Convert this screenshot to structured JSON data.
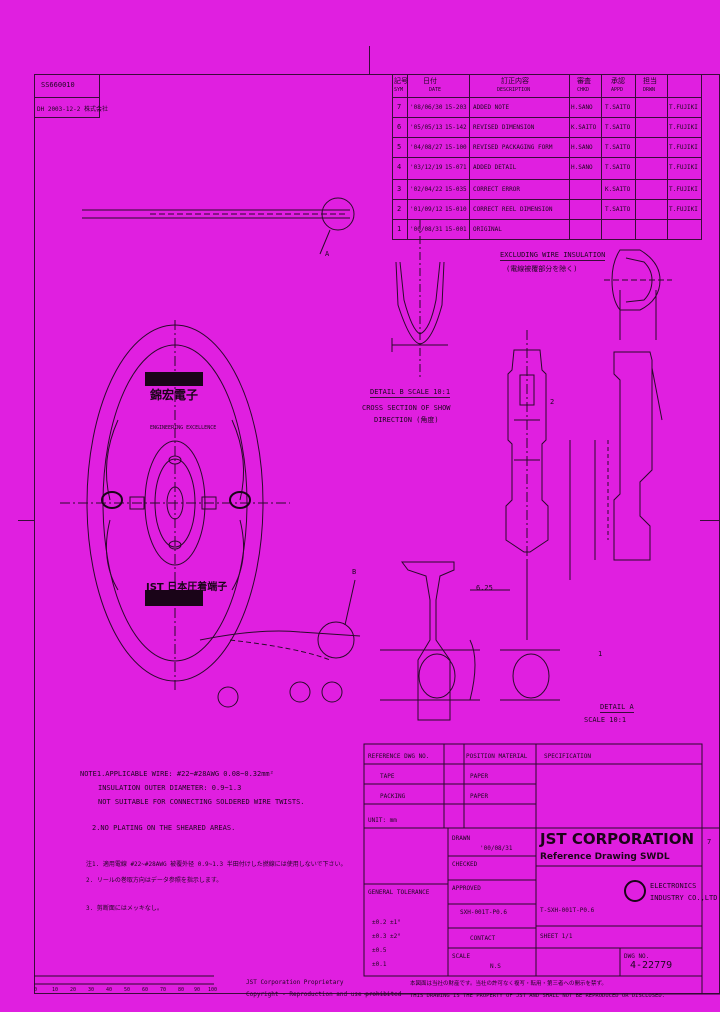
{
  "stamp": {
    "line1": "SS660010",
    "line2": "DH 2003-12-2 株式会社"
  },
  "revisions": {
    "header": [
      "記号",
      "日付",
      "訂正内容",
      "審査",
      "承認",
      "担当"
    ],
    "header_sub": [
      "SYM",
      "DATE",
      "DESCRIPTION",
      "CHKD",
      "APPD",
      "DRWN"
    ],
    "rows": [
      {
        "sym": "7",
        "date": "'08/06/30",
        "ref": "15-203",
        "desc": "ADDED NOTE",
        "chk": "H.SANO",
        "app": "T.SAITO",
        "drw": "T.FUJIKI"
      },
      {
        "sym": "6",
        "date": "'05/05/13",
        "ref": "15-142",
        "desc": "REVISED DIMENSION",
        "chk": "K.SAITO",
        "app": "T.SAITO",
        "drw": "T.FUJIKI"
      },
      {
        "sym": "5",
        "date": "'04/08/27",
        "ref": "15-100",
        "desc": "REVISED PACKAGING FORM",
        "chk": "H.SANO",
        "app": "T.SAITO",
        "drw": "T.FUJIKI"
      },
      {
        "sym": "4",
        "date": "'03/12/19",
        "ref": "15-071",
        "desc": "ADDED DETAIL",
        "chk": "H.SANO",
        "app": "T.SAITO",
        "drw": "T.FUJIKI"
      },
      {
        "sym": "3",
        "date": "'02/04/22",
        "ref": "15-035",
        "desc": "CORRECT ERROR",
        "chk": "",
        "app": "K.SAITO",
        "drw": "T.FUJIKI"
      },
      {
        "sym": "2",
        "date": "'01/09/12",
        "ref": "15-010",
        "desc": "CORRECT REEL DIMENSION",
        "chk": "",
        "app": "T.SAITO",
        "drw": "T.FUJIKI"
      },
      {
        "sym": "1",
        "date": "'00/08/31",
        "ref": "15-001",
        "desc": "ORIGINAL",
        "chk": "",
        "app": "",
        "drw": ""
      }
    ]
  },
  "labels": {
    "wire_insulation": "EXCLUDING WIRE INSULATION",
    "wire_insulation_jp": "(電線被覆部分を除く)",
    "detail_b": "DETAIL B  SCALE 10:1",
    "detail_b_sub": "CROSS SECTION OF SHOW",
    "detail_b_sub2": "DIRECTION (角度)",
    "detail_a": "DETAIL A",
    "detail_a_scale": "SCALE 10:1",
    "marker_a": "A",
    "marker_b": "B",
    "dim_625": "6.25",
    "dim_1": "1",
    "dim_2": "2"
  },
  "reel": {
    "brand_top": "錦宏電子",
    "brand_top_sub": "ENGINEERING EXCELLENCE",
    "brand_bottom": "JST 日本圧着端子"
  },
  "notes": {
    "n1_a": "NOTE1.APPLICABLE WIRE: #22~#28AWG  0.08~0.32mm²",
    "n1_b": "INSULATION OUTER DIAMETER: 0.9~1.3",
    "n1_c": "NOT SUITABLE FOR CONNECTING SOLDERED WIRE TWISTS.",
    "n2": "2.NO PLATING ON THE SHEARED AREAS.",
    "jp1": "注1. 適用電線 #22~#28AWG 被覆外径 0.9~1.3 半田付けした撚線には使用しないで下さい。",
    "jp2": "  2. リールの巻取方向はデータ参照を指示します。",
    "jp3": "  3. 剪断面にはメッキなし。"
  },
  "title_block": {
    "h_reference": "REFERENCE DWG NO.",
    "h_position": "POSITION MATERIAL",
    "h_specification": "SPECIFICATION",
    "row1_a": "TAPE",
    "row1_b": "PAPER",
    "row2_a": "PACKING",
    "row2_b": "PAPER",
    "company_big": "JST CORPORATION",
    "company_name": "Reference Drawing SWDL",
    "company_sub": "ELECTRONICS",
    "company_sub2": "INDUSTRY CO.,LTD",
    "part_no": "SXH-001T-P0.6",
    "part_no2": "CONTACT",
    "dwg_no": "T-SXH-001T-P0.6",
    "scale": "SCALE",
    "scale_val": "N.S",
    "drawn": "DRAWN",
    "checked": "CHECKED",
    "approved": "APPROVED",
    "date_drawn": "'00/08/31",
    "sheet": "SHEET 1/1",
    "dwg_label": "DWG NO.",
    "dwg_val": "4-22779",
    "unit": "UNIT: mm",
    "tolerance_hdr": "GENERAL TOLERANCE",
    "tol_rows": [
      "±0.2  ±1°",
      "±0.3  ±2°",
      "±0.5",
      "±0.1"
    ],
    "footer_jp": "本図面は当社の財産です。当社の許可なく複写・転用・第三者への開示を禁ず。",
    "footer_en": "THIS DRAWING IS THE PROPERTY OF JST AND SHALL NOT BE REPRODUCED OR DISCLOSED.",
    "proprietary": "JST Corporation Proprietary",
    "copyright": "Copyright - Reproduction and use prohibited",
    "rev_mark": "7"
  },
  "ruler": {
    "ticks": [
      "0",
      "10",
      "20",
      "30",
      "40",
      "50",
      "60",
      "70",
      "80",
      "90",
      "100"
    ]
  }
}
